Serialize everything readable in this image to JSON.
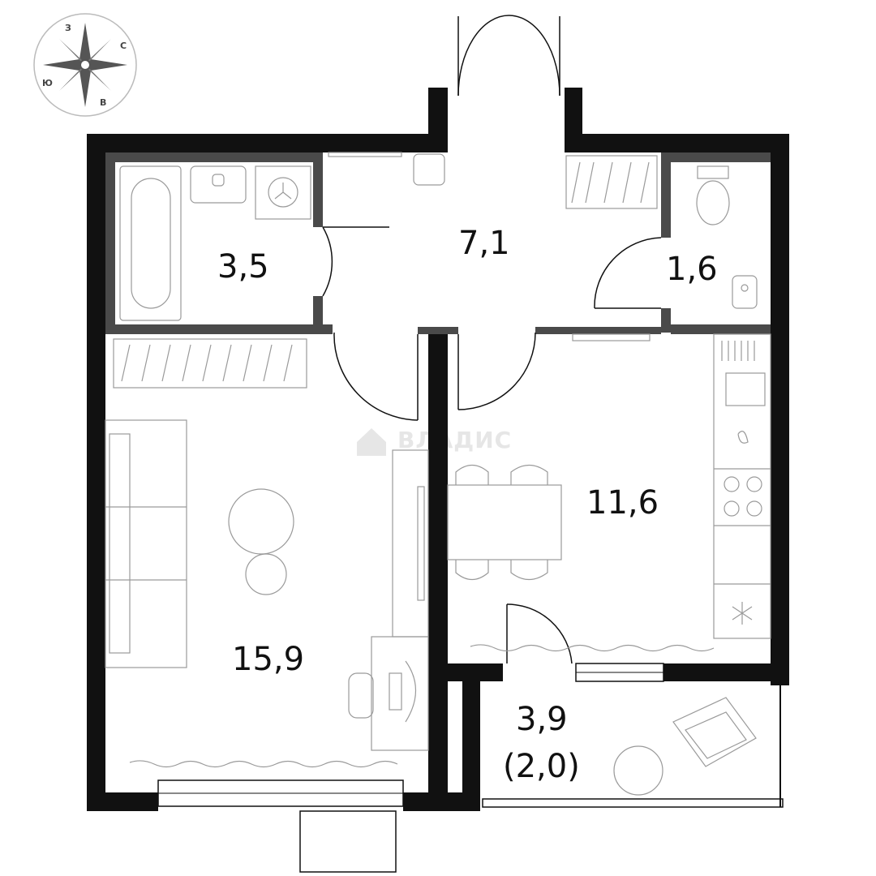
{
  "plan": {
    "compass": {
      "north_label": "С",
      "south_label": "Ю",
      "east_label": "В",
      "west_label": "З"
    },
    "watermark_text": "ВЛАДИС",
    "rooms": {
      "bathroom": "3,5",
      "hallway": "7,1",
      "toilet": "1,6",
      "living_room": "15,9",
      "kitchen": "11,6",
      "balcony_area": "3,9",
      "balcony_reduced": "(2,0)"
    },
    "colors": {
      "walls": "#111111",
      "inner_walls": "#4a4a4a",
      "furniture": "#9a9a9a",
      "background": "#ffffff"
    }
  }
}
